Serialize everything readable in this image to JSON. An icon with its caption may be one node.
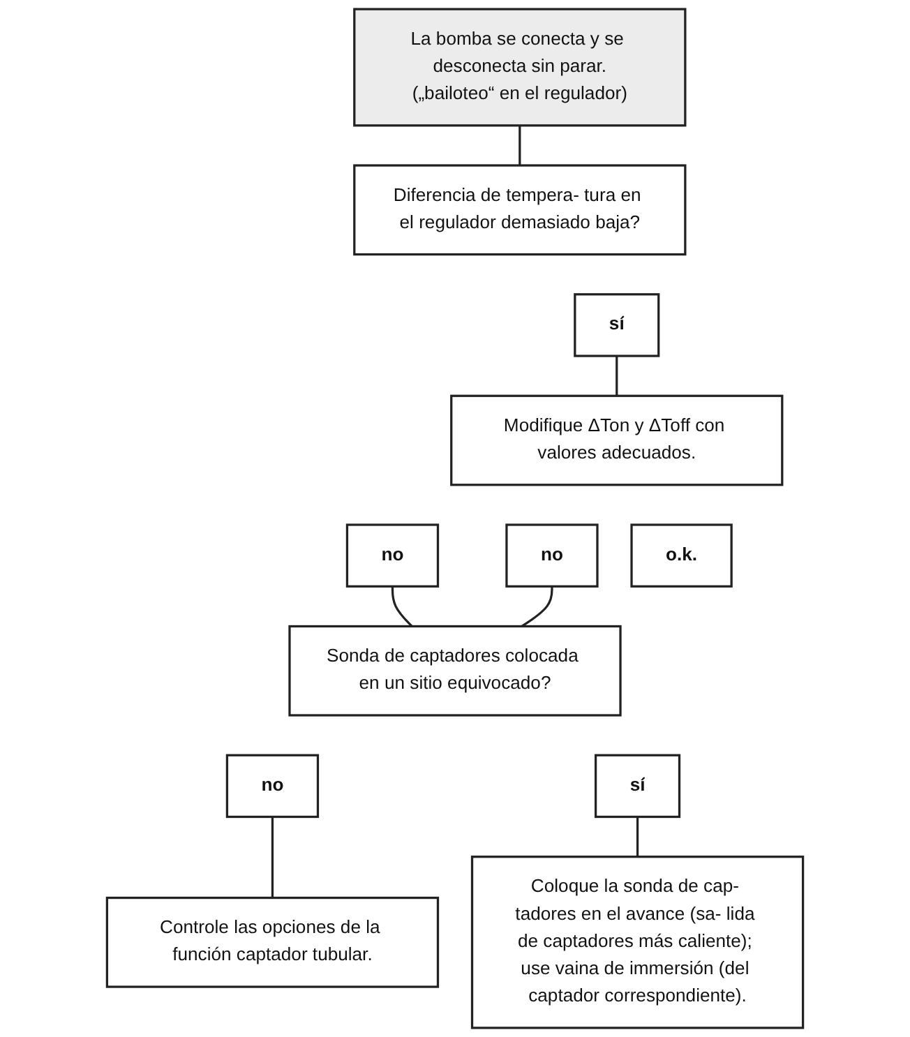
{
  "diagram": {
    "nodes": [
      {
        "text": [
          "La bomba se conecta y se desconecta sin parar.",
          "(„bailoteo“ en el regulador)"
        ]
      },
      {
        "text": [
          "Diferencia de tempera- tura en el regulador demasiado baja?"
        ]
      },
      {
        "text": [
          "no"
        ]
      },
      {
        "text": [
          "sí"
        ]
      },
      {
        "text": [
          "Modifique ΔTon y ΔToff con valores adecuados."
        ]
      },
      {
        "text": [
          "no"
        ]
      },
      {
        "text": [
          "o.k."
        ]
      },
      {
        "text": [
          "Sonda de captadores colocada en un sitio equivocado?"
        ]
      },
      {
        "text": [
          "no"
        ]
      },
      {
        "text": [
          "sí"
        ]
      },
      {
        "text": [
          "Coloque la sonda de cap- tadores en el avance (sa- lida de captadores más caliente); use vaina de immersión (del captador correspondiente)."
        ]
      },
      {
        "text": [
          "Controle las opciones de la función captador tubular."
        ]
      }
    ],
    "edges": [
      {
        "from": 0,
        "to": 1,
        "arrow": "none"
      },
      {
        "from": 2,
        "to": 7,
        "arrow": "none"
      },
      {
        "from": 3,
        "to": 4,
        "arrow": "none"
      },
      {
        "from": 5,
        "to": 7,
        "arrow": "none"
      },
      {
        "from": 8,
        "to": 11,
        "arrow": "none"
      },
      {
        "from": 9,
        "to": 10,
        "arrow": "none"
      }
    ]
  }
}
